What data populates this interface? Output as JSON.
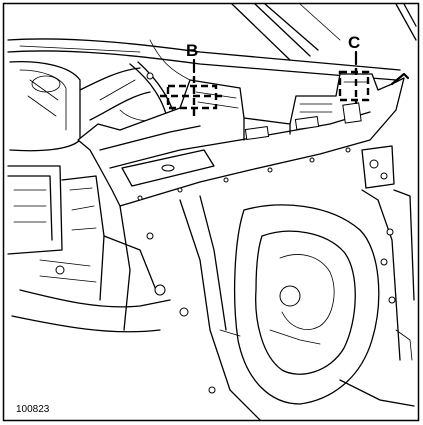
{
  "diagram": {
    "callouts": [
      {
        "id": "B",
        "label": "B"
      },
      {
        "id": "C",
        "label": "C"
      }
    ],
    "reference_number": "100823"
  }
}
